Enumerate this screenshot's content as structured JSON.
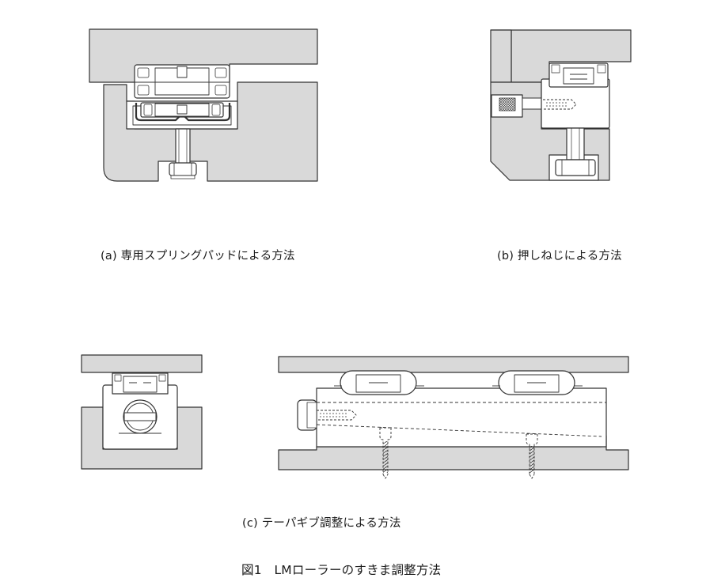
{
  "captions": {
    "a": "(a) 専用スプリングパッドによる方法",
    "b": "(b) 押しねじによる方法",
    "c": "(c) テーパギブ調整による方法",
    "figure_title": "図1　LMローラーのすきま調整方法"
  },
  "colors": {
    "housing_fill": "#d9d9d9",
    "part_fill": "#ffffff",
    "outline": "#333333",
    "hidden_line": "#333333",
    "text": "#1a1a1a"
  }
}
